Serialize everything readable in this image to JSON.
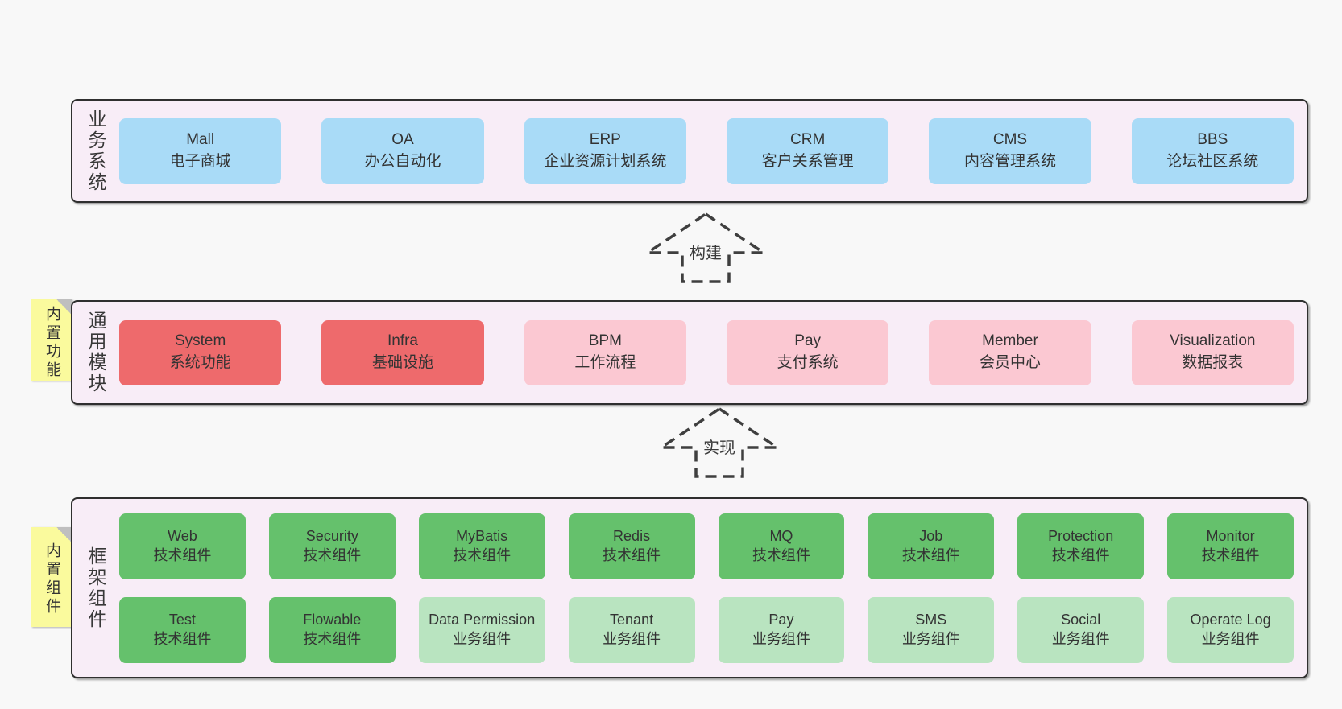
{
  "colors": {
    "page_bg": "#f8f8f8",
    "band_bg": "#f8edf7",
    "band_border": "#2f2f2f",
    "blue": "#a9dbf7",
    "red": "#ee6a6c",
    "pink": "#fbc8d2",
    "green": "#65c16c",
    "green_light": "#b9e4c0",
    "yellow": "#fafa9d",
    "fold_gray": "#bfbfbf",
    "text": "#333333",
    "arrow": "#3f3f3f"
  },
  "band_business": {
    "label": "业务系统",
    "items": [
      {
        "name": "Mall",
        "subtitle": "电子商城"
      },
      {
        "name": "OA",
        "subtitle": "办公自动化"
      },
      {
        "name": "ERP",
        "subtitle": "企业资源计划系统"
      },
      {
        "name": "CRM",
        "subtitle": "客户关系管理"
      },
      {
        "name": "CMS",
        "subtitle": "内容管理系统"
      },
      {
        "name": "BBS",
        "subtitle": "论坛社区系统"
      }
    ]
  },
  "arrow_build": {
    "label": "构建"
  },
  "band_modules": {
    "label": "通用模块",
    "sticky": "内置功能",
    "items": [
      {
        "name": "System",
        "subtitle": "系统功能"
      },
      {
        "name": "Infra",
        "subtitle": "基础设施"
      },
      {
        "name": "BPM",
        "subtitle": "工作流程"
      },
      {
        "name": "Pay",
        "subtitle": "支付系统"
      },
      {
        "name": "Member",
        "subtitle": "会员中心"
      },
      {
        "name": "Visualization",
        "subtitle": "数据报表"
      }
    ]
  },
  "arrow_implement": {
    "label": "实现"
  },
  "band_components": {
    "label": "框架组件",
    "sticky": "内置组件",
    "row1": [
      {
        "name": "Web",
        "subtitle": "技术组件"
      },
      {
        "name": "Security",
        "subtitle": "技术组件"
      },
      {
        "name": "MyBatis",
        "subtitle": "技术组件"
      },
      {
        "name": "Redis",
        "subtitle": "技术组件"
      },
      {
        "name": "MQ",
        "subtitle": "技术组件"
      },
      {
        "name": "Job",
        "subtitle": "技术组件"
      },
      {
        "name": "Protection",
        "subtitle": "技术组件"
      },
      {
        "name": "Monitor",
        "subtitle": "技术组件"
      }
    ],
    "row2": [
      {
        "name": "Test",
        "subtitle": "技术组件"
      },
      {
        "name": "Flowable",
        "subtitle": "技术组件"
      },
      {
        "name": "Data Permission",
        "subtitle": "业务组件"
      },
      {
        "name": "Tenant",
        "subtitle": "业务组件"
      },
      {
        "name": "Pay",
        "subtitle": "业务组件"
      },
      {
        "name": "SMS",
        "subtitle": "业务组件"
      },
      {
        "name": "Social",
        "subtitle": "业务组件"
      },
      {
        "name": "Operate Log",
        "subtitle": "业务组件"
      }
    ]
  }
}
